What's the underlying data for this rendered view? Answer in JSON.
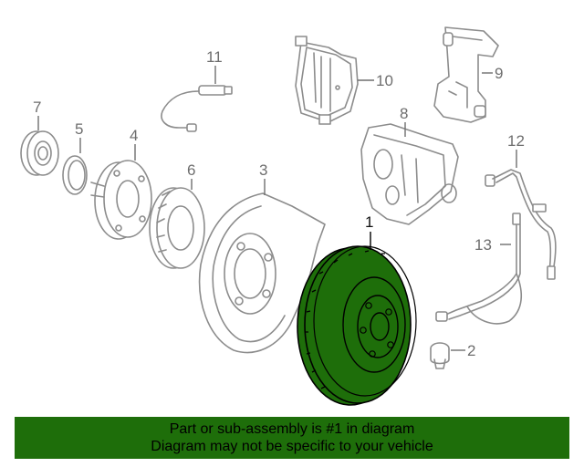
{
  "callouts": {
    "c1": "1",
    "c2": "2",
    "c3": "3",
    "c4": "4",
    "c5": "5",
    "c6": "6",
    "c7": "7",
    "c8": "8",
    "c9": "9",
    "c10": "10",
    "c11": "11",
    "c12": "12",
    "c13": "13"
  },
  "highlight_color": "#1e6e0a",
  "banner": {
    "line1": "Part or sub-assembly is #1 in diagram",
    "line2": "Diagram may not be specific to your vehicle"
  }
}
